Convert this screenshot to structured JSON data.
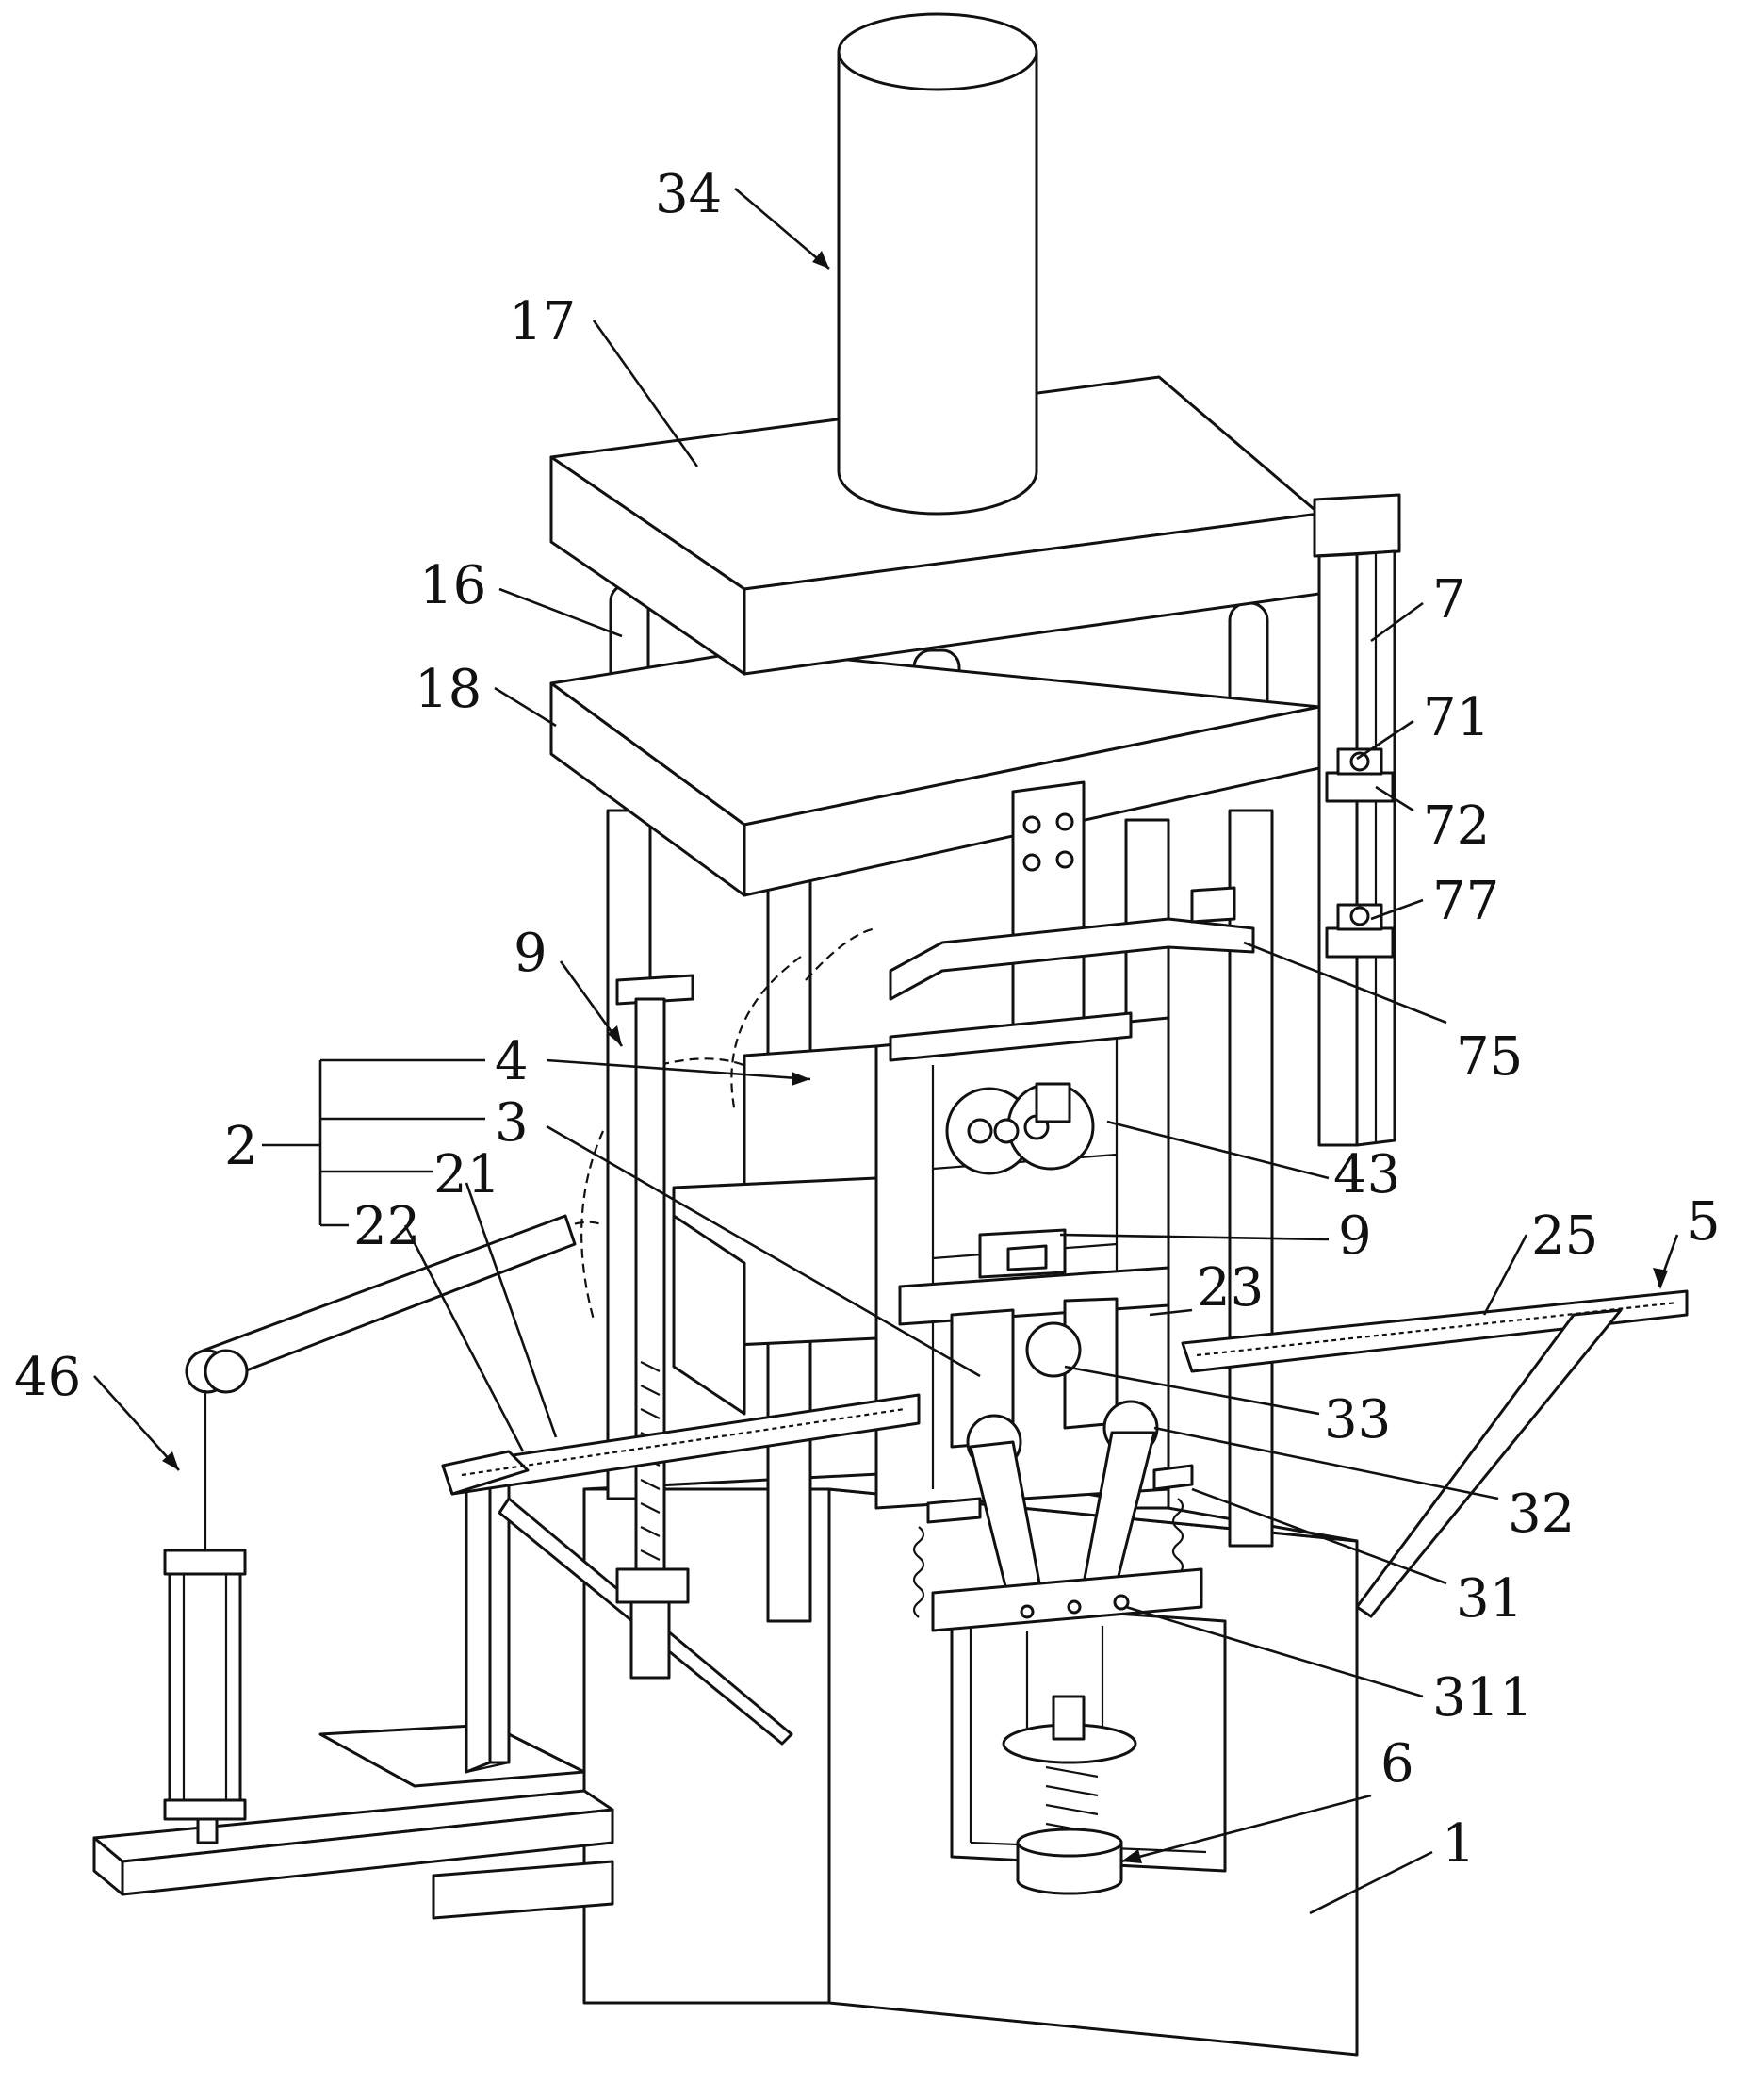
{
  "labels": {
    "l34": "34",
    "l17": "17",
    "l16": "16",
    "l7": "7",
    "l18": "18",
    "l71": "71",
    "l72": "72",
    "l77": "77",
    "l9a": "9",
    "l75": "75",
    "l4": "4",
    "l3": "3",
    "l2": "2",
    "l21": "21",
    "l22": "22",
    "l43": "43",
    "l9b": "9",
    "l25": "25",
    "l5": "5",
    "l23": "23",
    "l46": "46",
    "l33": "33",
    "l32": "32",
    "l31": "31",
    "l311": "311",
    "l6": "6",
    "l1": "1"
  }
}
